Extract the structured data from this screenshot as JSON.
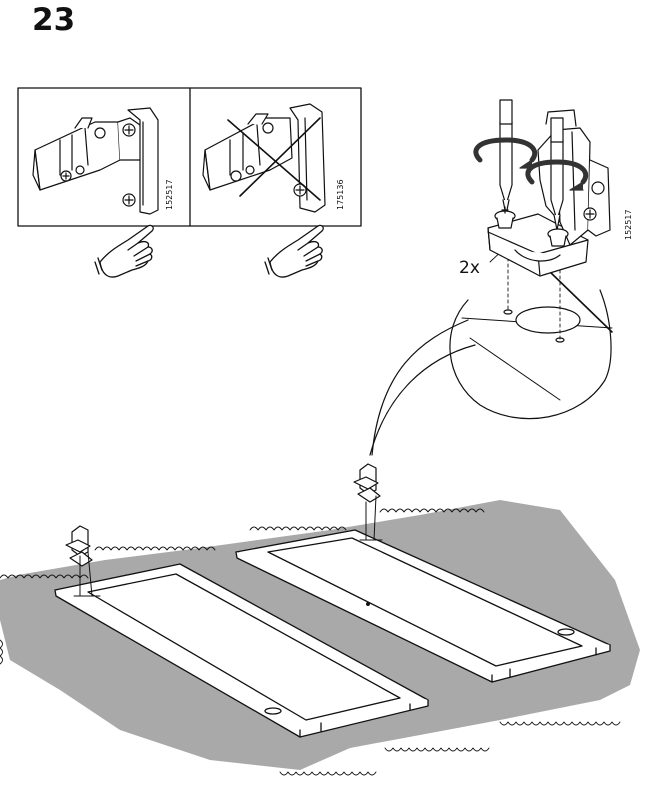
{
  "step": {
    "number": "23"
  },
  "panel_left": {
    "code": "152517"
  },
  "panel_right": {
    "code": "175136"
  },
  "detail": {
    "quantity": "2x",
    "code": "152517"
  }
}
